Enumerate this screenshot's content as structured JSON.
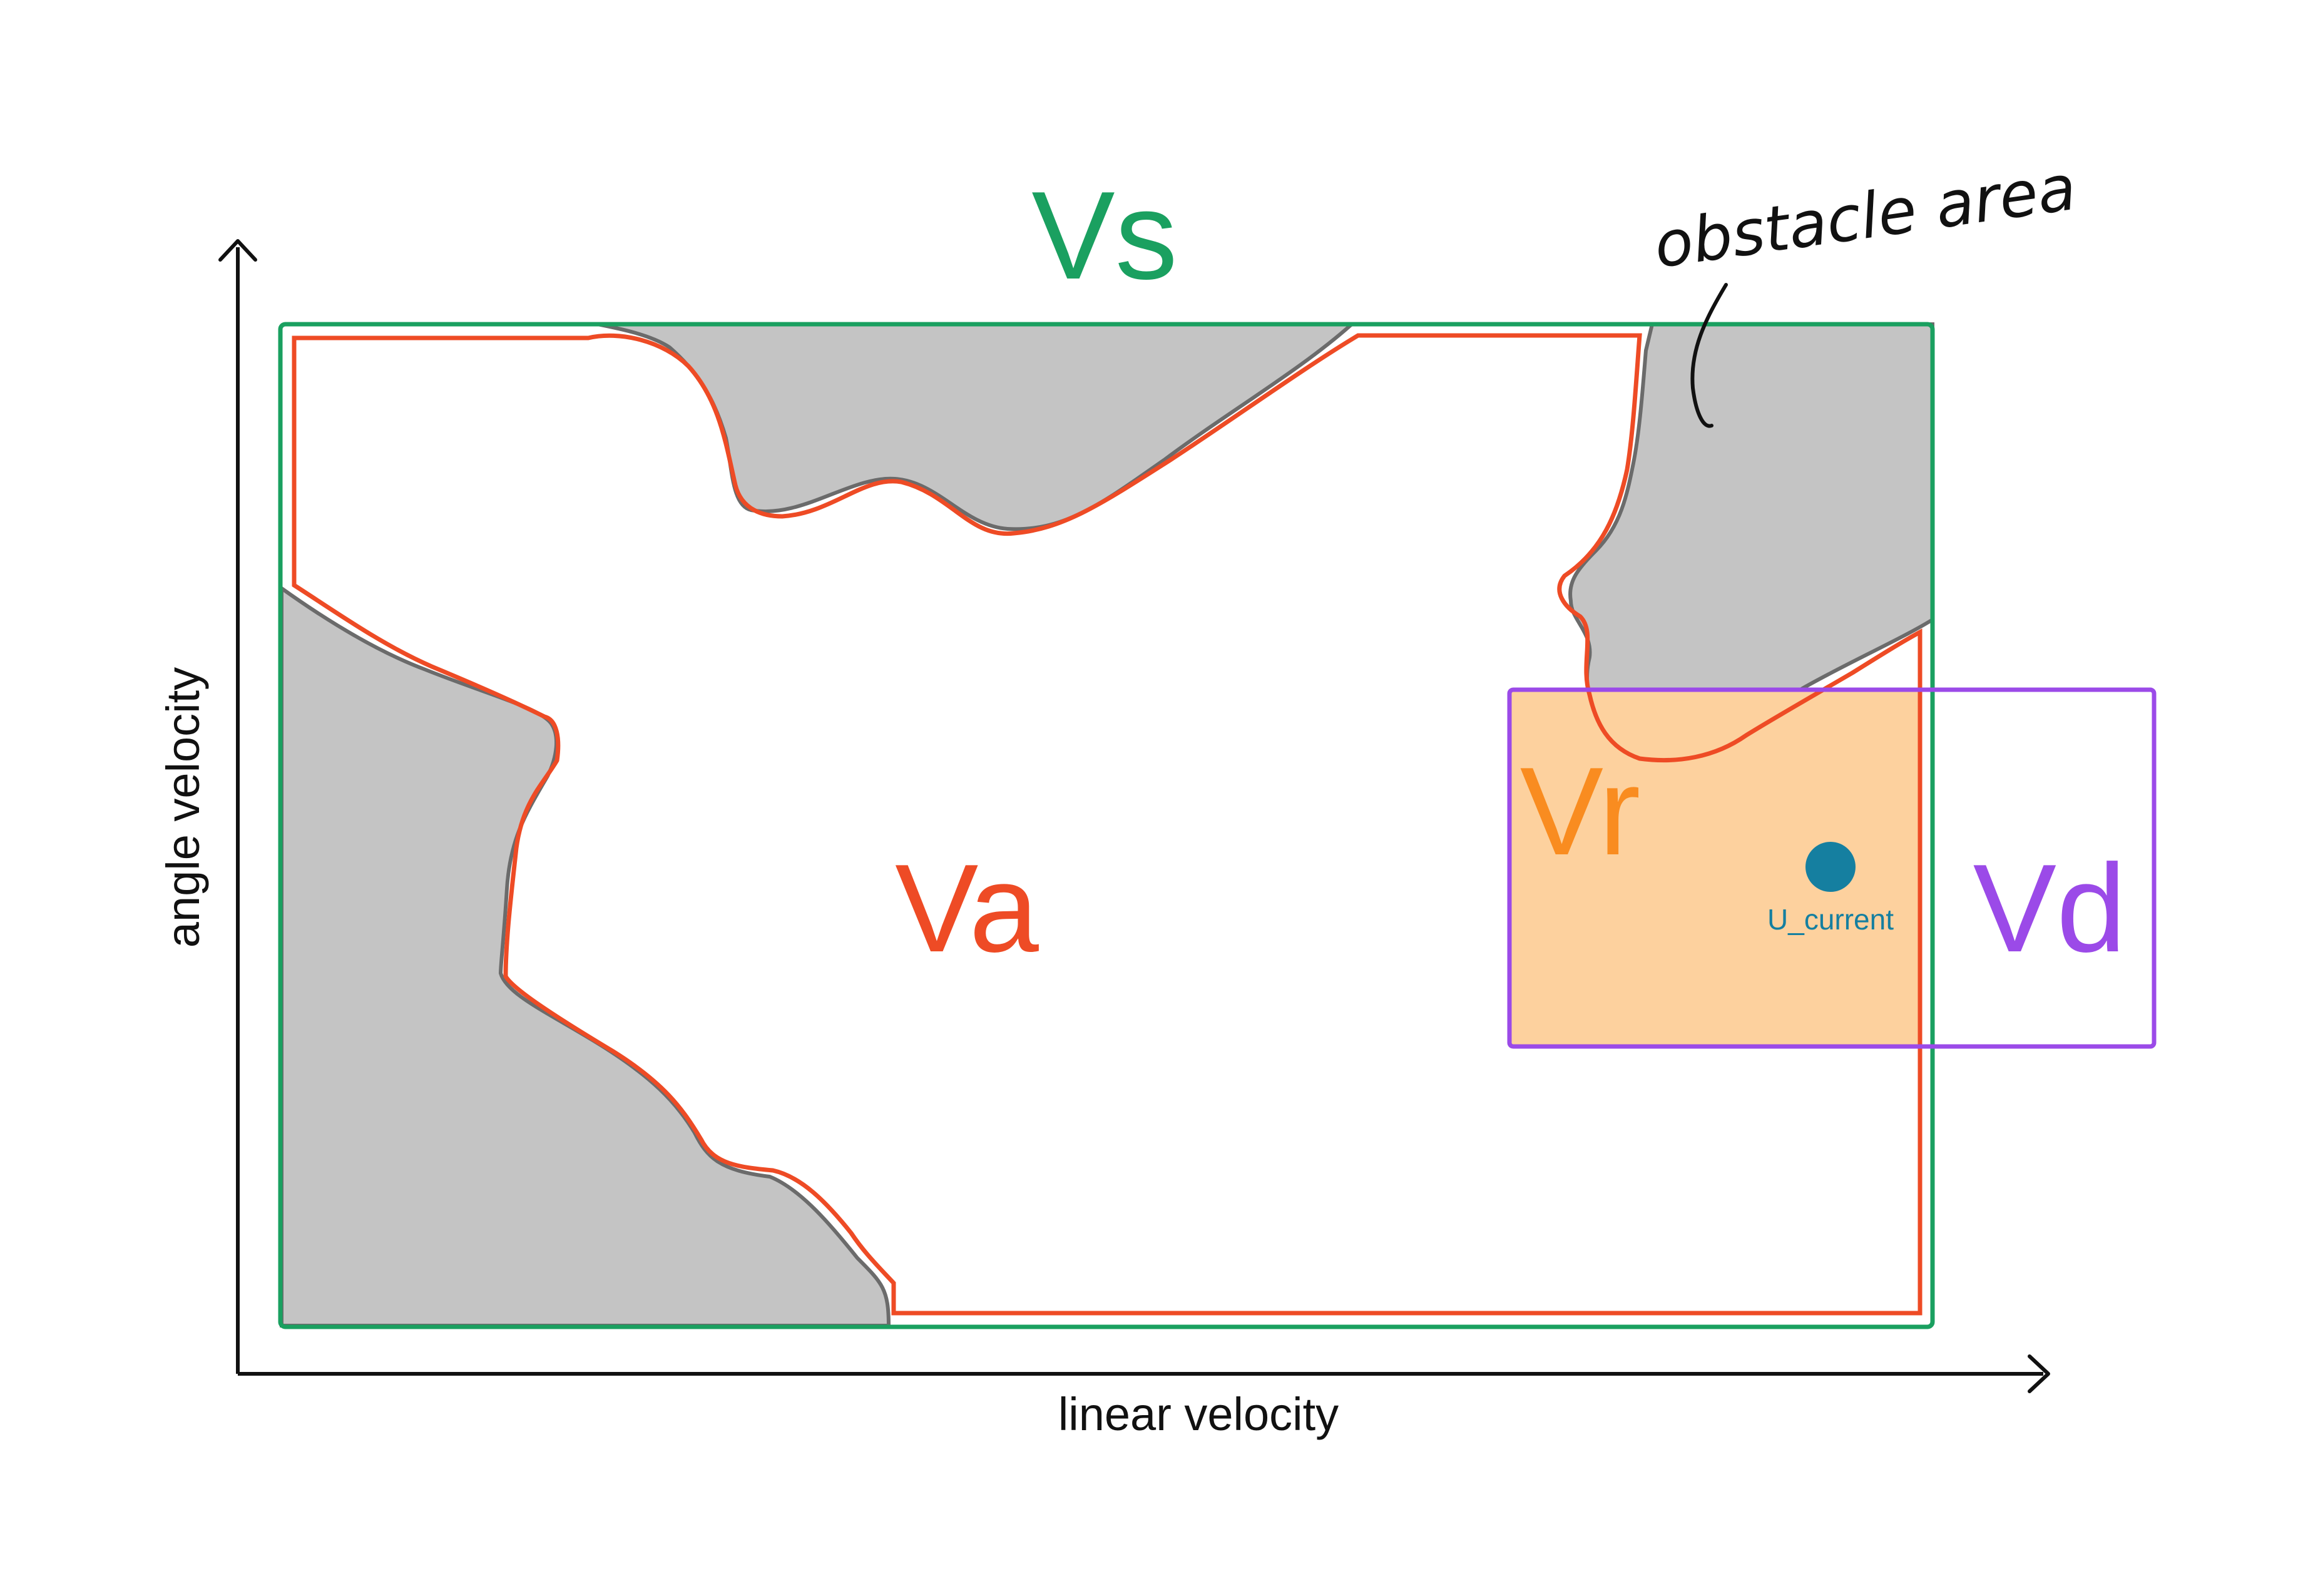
{
  "labels": {
    "vs": "Vs",
    "va": "Va",
    "vr": "Vr",
    "vd": "Vd",
    "point": "U_current",
    "annotation": "obstacle area"
  },
  "axes": {
    "x_label": "linear velocity",
    "y_label": "angle velocity"
  },
  "colors": {
    "vs": "#1aa060",
    "va": "#ee4b25",
    "vr": "#f98c20",
    "vr_fill": "#fdd19e",
    "vd": "#9b4ae8",
    "point": "#157fa0",
    "obstacle_fill": "#c4c4c4",
    "obstacle_edge": "#6b6b6b",
    "axis": "#111111"
  }
}
